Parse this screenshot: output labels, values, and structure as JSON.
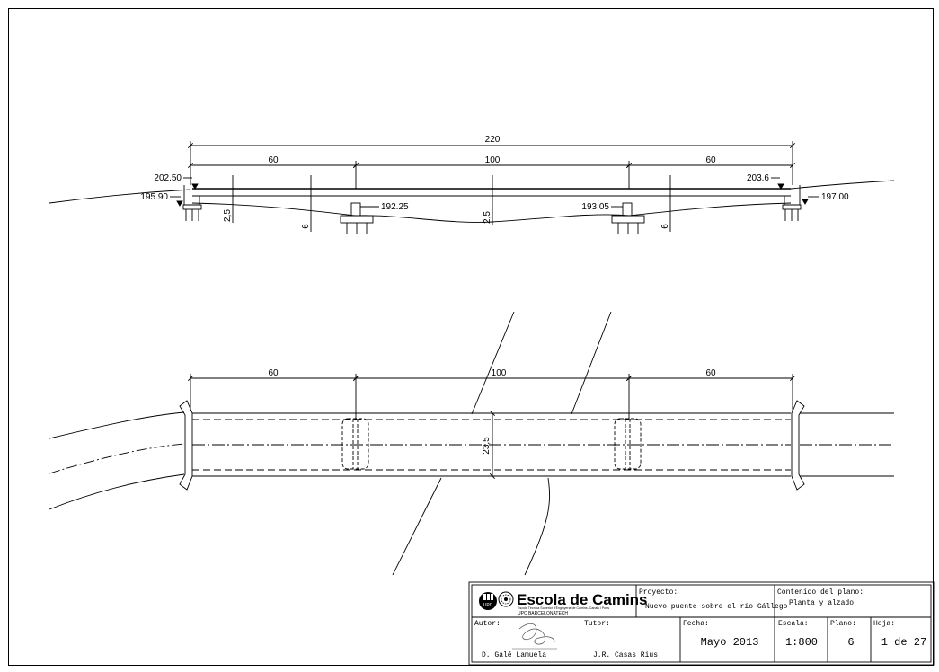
{
  "elevation": {
    "dims": {
      "total": "220",
      "span_left": "60",
      "span_center": "100",
      "span_right": "60",
      "depth_end_left": "2,5",
      "depth_pier_left": "6",
      "depth_mid": "2,5",
      "depth_pier_right": "6"
    },
    "levels": {
      "abut_left_top": "202.50",
      "abut_left_bottom": "195.90",
      "pier_left": "192.25",
      "pier_right": "193.05",
      "abut_right_top": "203.6",
      "abut_right_bottom": "197.00"
    }
  },
  "plan": {
    "dims": {
      "span_left": "60",
      "span_center": "100",
      "span_right": "60",
      "width": "23,5"
    }
  },
  "title_block": {
    "school_name": "Escola de Camins",
    "school_subtitle": "Escola Tècnica Superior d'Enginyeria de Camins, Canals i Ports",
    "university": "UPC BARCELONATECH",
    "logo_text": "UPC",
    "project_label": "Proyecto:",
    "project_value": "Nuevo puente sobre el río Gállego",
    "content_label": "Contenido del plano:",
    "content_value": "Planta y alzado",
    "author_label": "Autor:",
    "author_value": "D. Galé Lamuela",
    "tutor_label": "Tutor:",
    "tutor_value": "J.R. Casas Rius",
    "date_label": "Fecha:",
    "date_value": "Mayo 2013",
    "scale_label": "Escala:",
    "scale_value": "1:800",
    "sheet_label": "Plano:",
    "sheet_value": "6",
    "page_label": "Hoja:",
    "page_value": "1 de 27"
  }
}
